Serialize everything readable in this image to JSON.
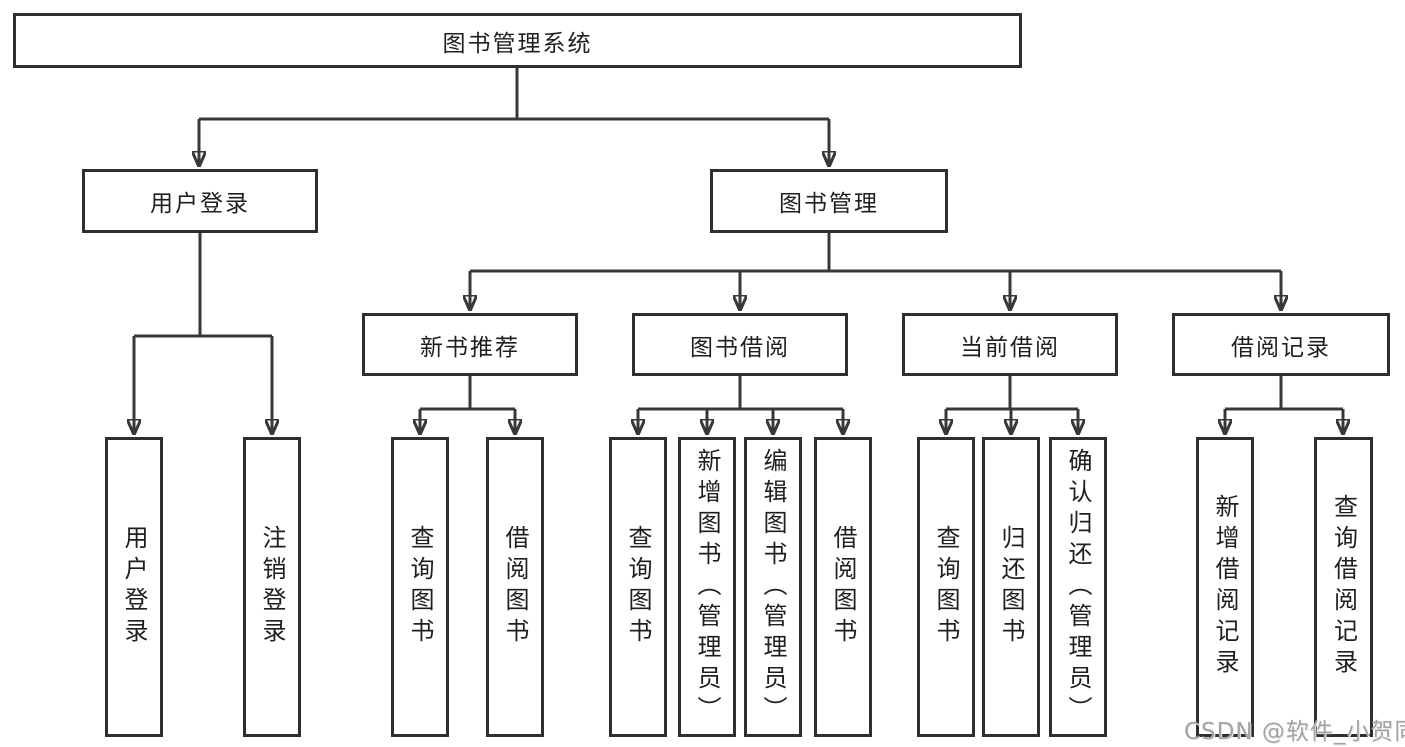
{
  "nodes": {
    "root": "图书管理系统",
    "user_login": "用户登录",
    "book_mgmt": "图书管理",
    "user_login_children": [
      "用户登录",
      "注销登录"
    ],
    "book_mgmt_children": [
      "新书推荐",
      "图书借阅",
      "当前借阅",
      "借阅记录"
    ],
    "new_book_children": [
      "查询图书",
      "借阅图书"
    ],
    "borrow_children": [
      "查询图书",
      "新增图书（管理员）",
      "编辑图书（管理员）",
      "借阅图书"
    ],
    "current_children": [
      "查询图书",
      "归还图书",
      "确认归还（管理员）"
    ],
    "records_children": [
      "新增借阅记录",
      "查询借阅记录"
    ]
  },
  "watermark": "CSDN @软件_小贺同学",
  "colors": {
    "line": "#383838",
    "border": "#2f2f2f",
    "text": "#1f1f1f",
    "background": "#ffffff",
    "watermark": "#a3a3a3"
  }
}
